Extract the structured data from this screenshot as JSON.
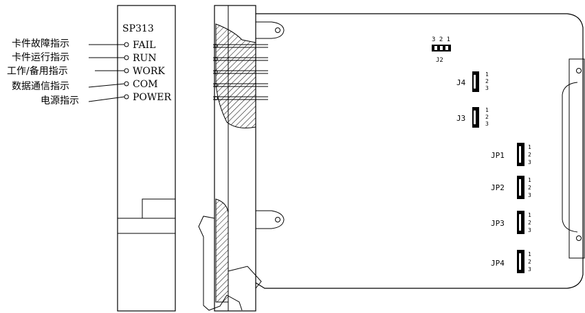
{
  "front_panel": {
    "model": "SP313",
    "indicators": [
      {
        "code": "FAIL",
        "label_zh": "卡件故障指示"
      },
      {
        "code": "RUN",
        "label_zh": "卡件运行指示"
      },
      {
        "code": "WORK",
        "label_zh": "工作/备用指示"
      },
      {
        "code": "COM",
        "label_zh": "数据通信指示"
      },
      {
        "code": "POWER",
        "label_zh": "电源指示"
      }
    ]
  },
  "board": {
    "j2": {
      "name": "J2",
      "pins": "3 2 1"
    },
    "vertical_jumpers": [
      {
        "name": "J4",
        "pins": [
          "1",
          "2",
          "3"
        ]
      },
      {
        "name": "J3",
        "pins": [
          "1",
          "2",
          "3"
        ]
      },
      {
        "name": "JP1",
        "pins": [
          "1",
          "2",
          "3"
        ]
      },
      {
        "name": "JP2",
        "pins": [
          "1",
          "2",
          "3"
        ]
      },
      {
        "name": "JP3",
        "pins": [
          "1",
          "2",
          "3"
        ]
      },
      {
        "name": "JP4",
        "pins": [
          "1",
          "2",
          "3"
        ]
      }
    ]
  }
}
